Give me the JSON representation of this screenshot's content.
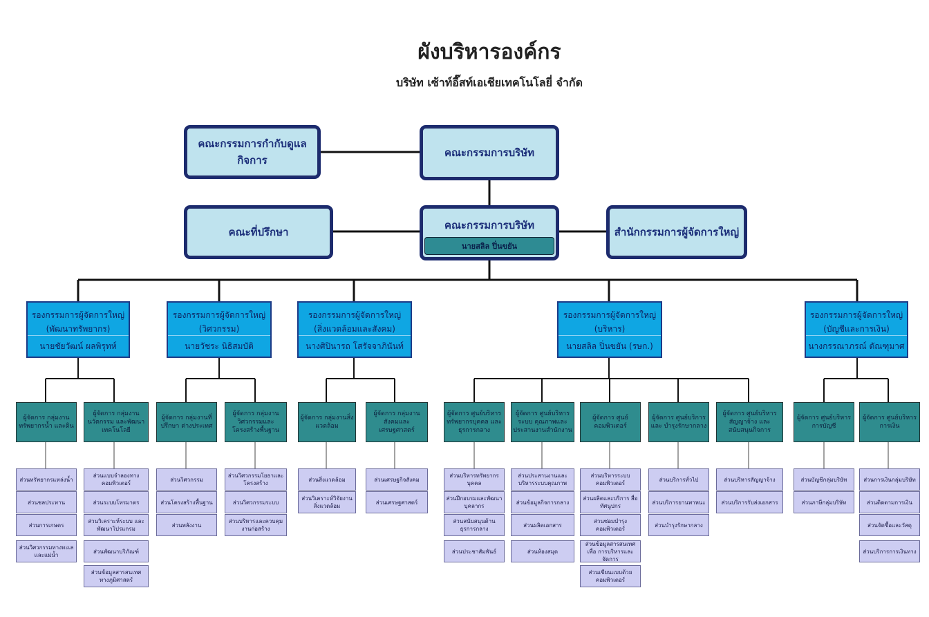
{
  "header": {
    "title": "ผังบริหารองค์กร",
    "subtitle": "บริษัท เซ้าท์อี๊สท์เอเชียเทคโนโลยี่ จำกัด"
  },
  "top": {
    "regulatory_committee": "คณะกรรมการกำกับดูแลกิจการ",
    "board_top": "คณะกรรมการบริษัท",
    "advisors": "คณะที่ปรึกษา",
    "board_main": "คณะกรรมการบริษัท",
    "ceo_name": "นายสลิล ปิ่นขยัน",
    "md_office": "สำนักกรรมการผู้จัดการใหญ่"
  },
  "divisions": [
    {
      "title": "รองกรรมการผู้จัดการใหญ่",
      "sub": "(พัฒนาทรัพยากร)",
      "name": "นายชัยวัฒน์ ผลพิรุทห์",
      "managers": [
        {
          "label": "ผู้จัดการ กลุ่มงานทรัพยากรน้ำ และดิน",
          "units": [
            "ส่วนทรัพยากรแหล่งน้ำ",
            "ส่วนชลประทาน",
            "ส่วนการเกษตร",
            "ส่วนวิศวกรรมทางทะเล และแม่น้ำ"
          ]
        },
        {
          "label": "ผู้จัดการ กลุ่มงานนวัตกรรม และพัฒนาเทคโนโลยี",
          "units": [
            "ส่วนแบบจำลองทาง คอมพิวเตอร์",
            "ส่วนระบบโทรมาตร",
            "ส่วนวิเคราะห์ระบบ และพัฒนาโปรแกรม",
            "ส่วนพัฒนาบริภัณฑ์",
            "ส่วนข้อมูลสารสนเทศ ทางภูมิศาสตร์"
          ]
        }
      ]
    },
    {
      "title": "รองกรรมการผู้จัดการใหญ่",
      "sub": "(วิศวกรรม)",
      "name": "นายวัชระ นิธิสมบัติ",
      "managers": [
        {
          "label": "ผู้จัดการ กลุ่มงานที่ปรึกษา ต่างประเทศ",
          "units": [
            "ส่วนวิศวกรรม",
            "ส่วนโครงสร้างพื้นฐาน",
            "ส่วนพลังงาน"
          ]
        },
        {
          "label": "ผู้จัดการ กลุ่มงานวิศวกรรมและ โครงสร้างพื้นฐาน",
          "units": [
            "ส่วนวิศวกรรมโยธาและ โครงสร้าง",
            "ส่วนวิศวกรรมระบบ",
            "ส่วนบริหารและควบคุม งานก่อสร้าง"
          ]
        }
      ]
    },
    {
      "title": "รองกรรมการผู้จัดการใหญ่",
      "sub": "(สิ่งแวดล้อมและสังคม)",
      "name": "นางศิปินารถ โสรัจจาภินันท์",
      "managers": [
        {
          "label": "ผู้จัดการ กลุ่มงานสิ่งแวดล้อม",
          "units": [
            "ส่วนสิ่งแวดล้อม",
            "ส่วนวิเคราะห์วิจัยงาน สิ่งแวดล้อม"
          ]
        },
        {
          "label": "ผู้จัดการ กลุ่มงานสังคมและ เศรษฐศาสตร์",
          "units": [
            "ส่วนเศรษฐกิจสังคม",
            "ส่วนเศรษฐศาสตร์"
          ]
        }
      ]
    },
    {
      "title": "รองกรรมการผู้จัดการใหญ่",
      "sub": "(บริหาร)",
      "name": "นายสลิล ปิ่นขยัน (รษก.)",
      "managers": [
        {
          "label": "ผู้จัดการ ศูนย์บริหาร ทรัพยากรบุคคล และธุรการกลาง",
          "units": [
            "ส่วนบริหารทรัพยากร บุคคล",
            "ส่วนฝึกอบรมและพัฒนา บุคลากร",
            "ส่วนสนับสนุนด้าน ธุรการกลาง",
            "ส่วนประชาสัมพันธ์"
          ]
        },
        {
          "label": "ผู้จัดการ ศูนย์บริหารระบบ คุณภาพและ ประสานงานสำนักงาน",
          "units": [
            "ส่วนประสานงานและ บริหารระบบคุณภาพ",
            "ส่วนข้อมูลกิจการกลาง",
            "ส่วนผลิตเอกสาร",
            "ส่วนห้องสมุด"
          ]
        },
        {
          "label": "ผู้จัดการ ศูนย์คอมพิวเตอร์",
          "units": [
            "ส่วนบริหารระบบ คอมพิวเตอร์",
            "ส่วนผลิตและบริการ สื่อทัศนูปกร",
            "ส่วนซ่อมบำรุง คอมพิวเตอร์",
            "ส่วนข้อมูลสารสนเทศเพื่อ การบริหารและจัดการ",
            "ส่วนเขียนแบบด้วย คอมพิวเตอร์"
          ]
        },
        {
          "label": "ผู้จัดการ ศูนย์บริการและ บำรุงรักษากลาง",
          "units": [
            "ส่วนบริการทั่วไป",
            "ส่วนบริการยานพาหนะ",
            "ส่วนบำรุงรักษากลาง"
          ]
        },
        {
          "label": "ผู้จัดการ ศูนย์บริหารสัญญาจ้าง และสนับสนุนกิจการ",
          "units": [
            "ส่วนบริหารสัญญาจ้าง",
            "ส่วนบริการรับส่งเอกสาร"
          ]
        }
      ]
    },
    {
      "title": "รองกรรมการผู้จัดการใหญ่",
      "sub": "(บัญชีและการเงิน)",
      "name": "นางกรรณาภรณ์ ตัณฑุมาศ",
      "managers": [
        {
          "label": "ผู้จัดการ ศูนย์บริหารการบัญชี",
          "units": [
            "ส่วนบัญชีกลุ่มบริษัท",
            "ส่วนภาษีกลุ่มบริษัท"
          ]
        },
        {
          "label": "ผู้จัดการ ศูนย์บริหารการเงิน",
          "units": [
            "ส่วนการเงินกลุ่มบริษัท",
            "ส่วนติดตามการเงิน",
            "ส่วนจัดซื้อและวัสดุ",
            "ส่วนบริการการเงินทาง"
          ]
        }
      ]
    }
  ]
}
